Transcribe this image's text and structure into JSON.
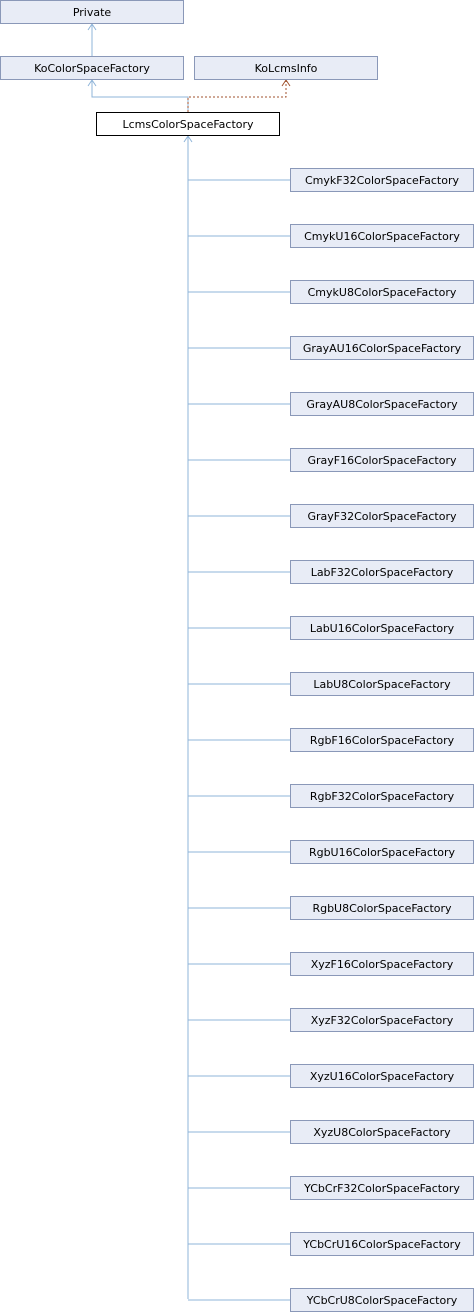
{
  "nodes": {
    "private": "Private",
    "ko_color_space_factory": "KoColorSpaceFactory",
    "ko_lcms_info": "KoLcmsInfo",
    "lcms_color_space_factory": "LcmsColorSpaceFactory"
  },
  "subclasses": [
    "CmykF32ColorSpaceFactory",
    "CmykU16ColorSpaceFactory",
    "CmykU8ColorSpaceFactory",
    "GrayAU16ColorSpaceFactory",
    "GrayAU8ColorSpaceFactory",
    "GrayF16ColorSpaceFactory",
    "GrayF32ColorSpaceFactory",
    "LabF32ColorSpaceFactory",
    "LabU16ColorSpaceFactory",
    "LabU8ColorSpaceFactory",
    "RgbF16ColorSpaceFactory",
    "RgbF32ColorSpaceFactory",
    "RgbU16ColorSpaceFactory",
    "RgbU8ColorSpaceFactory",
    "XyzF16ColorSpaceFactory",
    "XyzF32ColorSpaceFactory",
    "XyzU16ColorSpaceFactory",
    "XyzU8ColorSpaceFactory",
    "YCbCrF32ColorSpaceFactory",
    "YCbCrU16ColorSpaceFactory",
    "YCbCrU8ColorSpaceFactory"
  ],
  "colors": {
    "node_fill": "#e8ecf6",
    "node_border": "#8a98b8",
    "edge": "#8fb4d9",
    "edge_dashed": "#a0522d"
  }
}
